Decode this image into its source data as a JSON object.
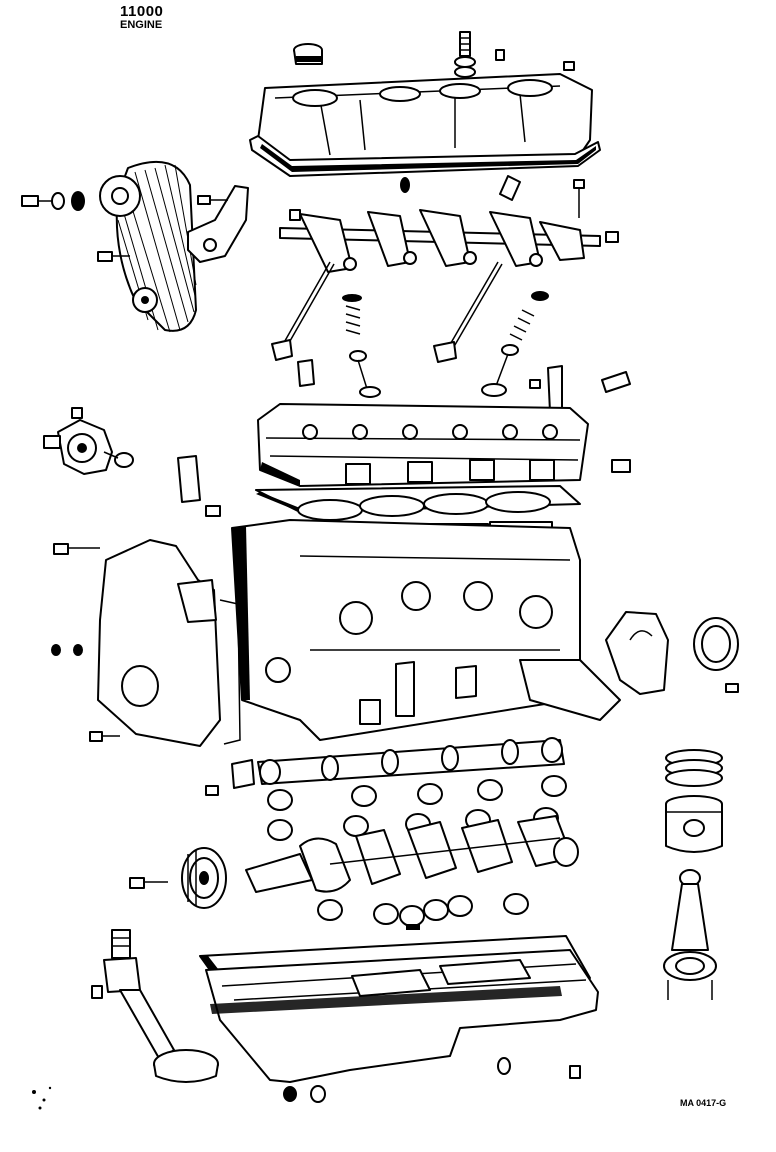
{
  "title": {
    "code": "11000",
    "subtitle": "ENGINE"
  },
  "reference_code": "MA 0417-G"
}
